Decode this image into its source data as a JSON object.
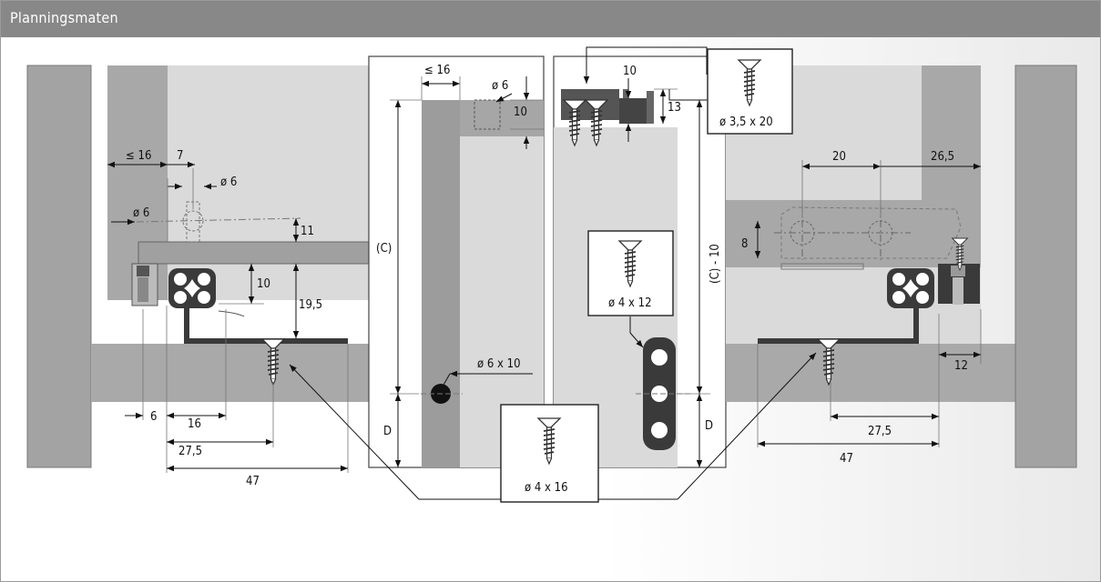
{
  "title": "Planningsmaten",
  "labels": {
    "le16_left": "≤ 16",
    "seven": "7",
    "dia6_a": "ø 6",
    "dia6_b": "ø 6",
    "eleven": "11",
    "ten_left": "10",
    "n19_5": "19,5",
    "six": "6",
    "sixteen": "16",
    "n27_5_left": "27,5",
    "n47_left": "47",
    "C": "(C)",
    "D_left": "D",
    "le16_mid": "≤ 16",
    "dia6_mid": "ø 6",
    "ten_mid": "10",
    "dia6x10": "ø 6 x 10",
    "ten_top": "10",
    "thirteen": "13",
    "C_minus_10": "(C) - 10",
    "D_right": "D",
    "twenty": "20",
    "n26_5": "26,5",
    "eight": "8",
    "twelve": "12",
    "n27_5_right": "27,5",
    "n47_right": "47"
  },
  "screw_boxes": {
    "a": "ø 3,5 x 20",
    "b": "ø 4 x 12",
    "c": "ø 4 x 16"
  },
  "colors": {
    "title_bar": "#888888",
    "panel": "#dadada",
    "dark_panel": "#9c9c9c",
    "floor": "#a9a9a9"
  }
}
